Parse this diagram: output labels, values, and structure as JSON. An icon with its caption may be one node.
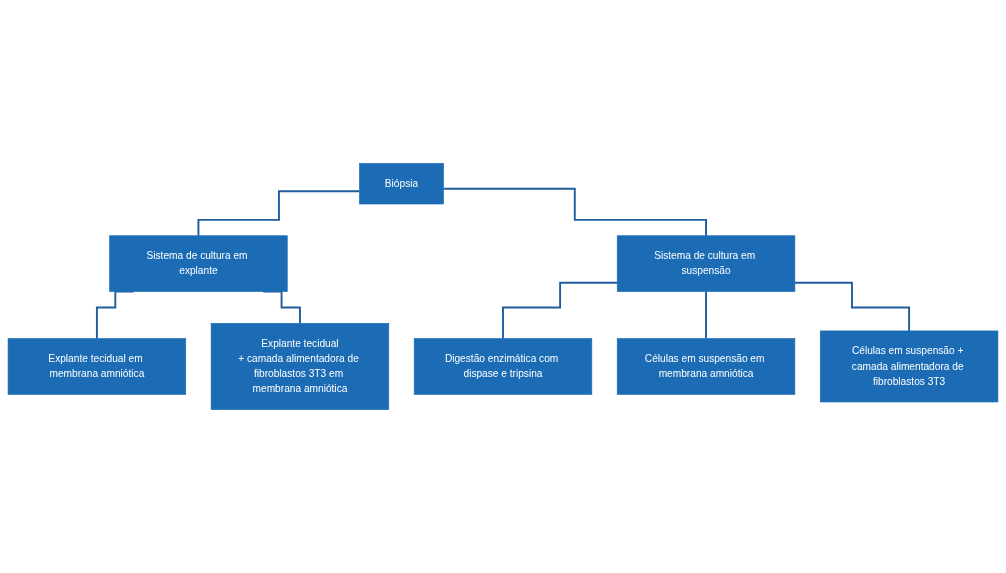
{
  "diagram": {
    "nodes": [
      {
        "text": [
          "Biópsia"
        ]
      },
      {
        "text": [
          "Sistema de cultura em explante"
        ]
      },
      {
        "text": [
          "Sistema de cultura em suspensão"
        ]
      },
      {
        "text": [
          "Explante tecidual em membrana amniótica"
        ]
      },
      {
        "text": [
          "Explante tecidual",
          "+ camada alimentadora de fibroblastos 3T3 em membrana amniótica"
        ]
      },
      {
        "text": [
          "Digestão enzimática com dispase e tripsina"
        ]
      },
      {
        "text": [
          "Células em suspensão em membrana amniótica"
        ]
      },
      {
        "text": [
          "Células em suspensão + camada alimentadora de fibroblastos 3T3"
        ]
      }
    ],
    "edges": [
      {
        "from": 0,
        "to": 1,
        "arrow": "none"
      },
      {
        "from": 0,
        "to": 2,
        "arrow": "none"
      },
      {
        "from": 1,
        "to": 3,
        "arrow": "none"
      },
      {
        "from": 1,
        "to": 4,
        "arrow": "none"
      },
      {
        "from": 2,
        "to": 5,
        "arrow": "none"
      },
      {
        "from": 2,
        "to": 6,
        "arrow": "none"
      },
      {
        "from": 2,
        "to": 7,
        "arrow": "none"
      }
    ]
  }
}
